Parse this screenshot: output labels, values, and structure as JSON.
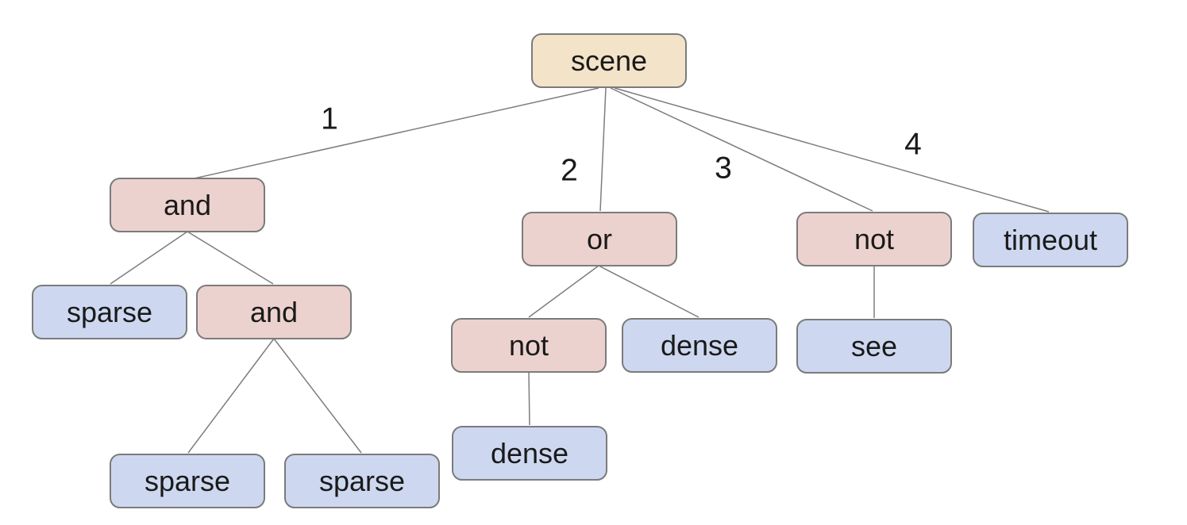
{
  "palette": {
    "background": "#ffffff",
    "root_fill": "#f3e3c9",
    "operator_fill": "#ecd2ce",
    "leaf_fill": "#cdd8f0",
    "node_border": "#7b7b7b",
    "edge_color": "#7d7d7d",
    "text_color": "#1a1a1a"
  },
  "nodes": [
    {
      "id": "scene",
      "label": "scene",
      "kind": "root"
    },
    {
      "id": "and-1",
      "label": "and",
      "kind": "operator"
    },
    {
      "id": "or",
      "label": "or",
      "kind": "operator"
    },
    {
      "id": "not-1",
      "label": "not",
      "kind": "operator"
    },
    {
      "id": "timeout",
      "label": "timeout",
      "kind": "leaf"
    },
    {
      "id": "sparse-1",
      "label": "sparse",
      "kind": "leaf"
    },
    {
      "id": "and-2",
      "label": "and",
      "kind": "operator"
    },
    {
      "id": "not-2",
      "label": "not",
      "kind": "operator"
    },
    {
      "id": "dense-1",
      "label": "dense",
      "kind": "leaf"
    },
    {
      "id": "see",
      "label": "see",
      "kind": "leaf"
    },
    {
      "id": "dense-2",
      "label": "dense",
      "kind": "leaf"
    },
    {
      "id": "sparse-2",
      "label": "sparse",
      "kind": "leaf"
    },
    {
      "id": "sparse-3",
      "label": "sparse",
      "kind": "leaf"
    }
  ],
  "edges": [
    {
      "from": "scene",
      "to": "and-1",
      "label": "1"
    },
    {
      "from": "scene",
      "to": "or",
      "label": "2"
    },
    {
      "from": "scene",
      "to": "not-1",
      "label": "3"
    },
    {
      "from": "scene",
      "to": "timeout",
      "label": "4"
    },
    {
      "from": "and-1",
      "to": "sparse-1",
      "label": ""
    },
    {
      "from": "and-1",
      "to": "and-2",
      "label": ""
    },
    {
      "from": "and-2",
      "to": "sparse-2",
      "label": ""
    },
    {
      "from": "and-2",
      "to": "sparse-3",
      "label": ""
    },
    {
      "from": "or",
      "to": "not-2",
      "label": ""
    },
    {
      "from": "or",
      "to": "dense-1",
      "label": ""
    },
    {
      "from": "not-2",
      "to": "dense-2",
      "label": ""
    },
    {
      "from": "not-1",
      "to": "see",
      "label": ""
    }
  ],
  "tree": {
    "label": "scene",
    "children": [
      {
        "edge": "1",
        "label": "and",
        "children": [
          {
            "label": "sparse"
          },
          {
            "label": "and",
            "children": [
              {
                "label": "sparse"
              },
              {
                "label": "sparse"
              }
            ]
          }
        ]
      },
      {
        "edge": "2",
        "label": "or",
        "children": [
          {
            "label": "not",
            "children": [
              {
                "label": "dense"
              }
            ]
          },
          {
            "label": "dense"
          }
        ]
      },
      {
        "edge": "3",
        "label": "not",
        "children": [
          {
            "label": "see"
          }
        ]
      },
      {
        "edge": "4",
        "label": "timeout"
      }
    ]
  }
}
